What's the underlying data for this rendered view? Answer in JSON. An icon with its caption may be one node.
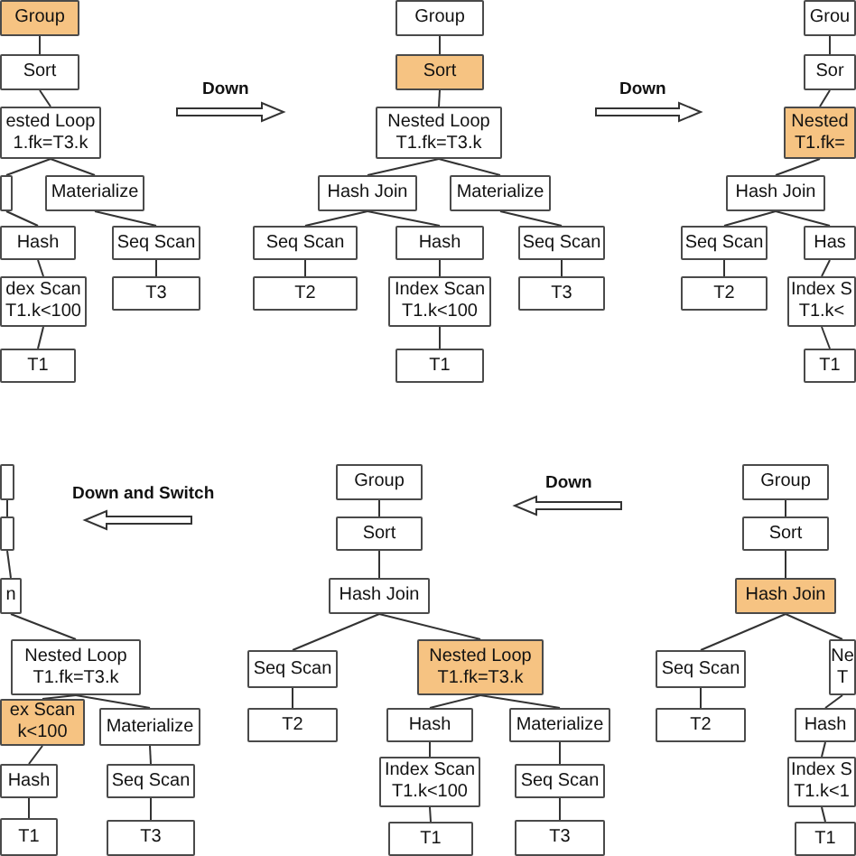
{
  "diagram": {
    "nodes": [
      {
        "text": [
          "Group"
        ]
      },
      {
        "text": [
          "Sort"
        ]
      },
      {
        "text": [
          "ested Loop 1.fk=T3.k"
        ]
      },
      {
        "text": [],
        "shape": "box"
      },
      {
        "text": [
          "Materialize"
        ]
      },
      {
        "text": [
          "Hash"
        ]
      },
      {
        "text": [
          "dex Scan T1.k<100"
        ]
      },
      {
        "text": [
          "T1"
        ]
      },
      {
        "text": [
          "Seq Scan"
        ]
      },
      {
        "text": [
          "T3"
        ]
      },
      {
        "text": [
          "Group"
        ]
      },
      {
        "text": [
          "Sort"
        ]
      },
      {
        "text": [
          "Nested Loop T1.fk=T3.k"
        ]
      },
      {
        "text": [
          "Hash Join"
        ]
      },
      {
        "text": [
          "Materialize"
        ]
      },
      {
        "text": [
          "Seq Scan"
        ]
      },
      {
        "text": [
          "T2"
        ]
      },
      {
        "text": [
          "Hash"
        ]
      },
      {
        "text": [
          "Index Scan T1.k<100"
        ]
      },
      {
        "text": [
          "T1"
        ]
      },
      {
        "text": [
          "Seq Scan"
        ]
      },
      {
        "text": [
          "T3"
        ]
      },
      {
        "text": [
          "Grou"
        ]
      },
      {
        "text": [
          "Sor"
        ]
      },
      {
        "text": [
          "Nested T1.fk="
        ]
      },
      {
        "text": [
          "Hash Join"
        ]
      },
      {
        "text": [
          "Seq Scan"
        ]
      },
      {
        "text": [
          "T2"
        ]
      },
      {
        "text": [
          "Has"
        ]
      },
      {
        "text": [
          "Index S T1.k<"
        ]
      },
      {
        "text": [
          "T1"
        ]
      },
      {
        "text": [],
        "shape": "box"
      },
      {
        "text": [],
        "shape": "box"
      },
      {
        "text": [
          "n"
        ]
      },
      {
        "text": [
          "Nested Loop T1.fk=T3.k"
        ]
      },
      {
        "text": [
          "ex Scan k<100"
        ]
      },
      {
        "text": [
          "Hash"
        ]
      },
      {
        "text": [
          "T1"
        ]
      },
      {
        "text": [
          "Materialize"
        ]
      },
      {
        "text": [
          "Seq Scan"
        ]
      },
      {
        "text": [
          "T3"
        ]
      },
      {
        "text": [
          "Group"
        ]
      },
      {
        "text": [
          "Sort"
        ]
      },
      {
        "text": [
          "Hash Join"
        ]
      },
      {
        "text": [
          "Seq Scan"
        ]
      },
      {
        "text": [
          "T2"
        ]
      },
      {
        "text": [
          "Nested Loop T1.fk=T3.k"
        ]
      },
      {
        "text": [
          "Hash"
        ]
      },
      {
        "text": [
          "Index Scan T1.k<100"
        ]
      },
      {
        "text": [
          "T1"
        ]
      },
      {
        "text": [
          "Materialize"
        ]
      },
      {
        "text": [
          "Seq Scan"
        ]
      },
      {
        "text": [
          "T3"
        ]
      },
      {
        "text": [
          "Group"
        ]
      },
      {
        "text": [
          "Sort"
        ]
      },
      {
        "text": [
          "Hash Join"
        ]
      },
      {
        "text": [
          "Seq Scan"
        ]
      },
      {
        "text": [
          "T2"
        ]
      },
      {
        "text": [
          "Ne T"
        ]
      },
      {
        "text": [
          "Hash"
        ]
      },
      {
        "text": [
          "Index S T1.k<1"
        ]
      },
      {
        "text": [
          "T1"
        ]
      }
    ],
    "edges": [
      {
        "from": 0,
        "to": 1,
        "arrow": "none"
      },
      {
        "from": 1,
        "to": 2,
        "arrow": "none"
      },
      {
        "from": 2,
        "to": 3,
        "arrow": "none"
      },
      {
        "from": 2,
        "to": 4,
        "arrow": "none"
      },
      {
        "from": 3,
        "to": 5,
        "arrow": "none"
      },
      {
        "from": 5,
        "to": 6,
        "arrow": "none"
      },
      {
        "from": 6,
        "to": 7,
        "arrow": "none"
      },
      {
        "from": 4,
        "to": 8,
        "arrow": "none"
      },
      {
        "from": 8,
        "to": 9,
        "arrow": "none"
      },
      {
        "from": 10,
        "to": 11,
        "arrow": "none"
      },
      {
        "from": 11,
        "to": 12,
        "arrow": "none"
      },
      {
        "from": 12,
        "to": 13,
        "arrow": "none"
      },
      {
        "from": 12,
        "to": 14,
        "arrow": "none"
      },
      {
        "from": 13,
        "to": 15,
        "arrow": "none"
      },
      {
        "from": 15,
        "to": 16,
        "arrow": "none"
      },
      {
        "from": 13,
        "to": 17,
        "arrow": "none"
      },
      {
        "from": 17,
        "to": 18,
        "arrow": "none"
      },
      {
        "from": 18,
        "to": 19,
        "arrow": "none"
      },
      {
        "from": 14,
        "to": 20,
        "arrow": "none"
      },
      {
        "from": 20,
        "to": 21,
        "arrow": "none"
      },
      {
        "from": 22,
        "to": 23,
        "arrow": "none"
      },
      {
        "from": 23,
        "to": 24,
        "arrow": "none"
      },
      {
        "from": 24,
        "to": 25,
        "arrow": "none"
      },
      {
        "from": 25,
        "to": 26,
        "arrow": "none"
      },
      {
        "from": 26,
        "to": 27,
        "arrow": "none"
      },
      {
        "from": 25,
        "to": 28,
        "arrow": "none"
      },
      {
        "from": 28,
        "to": 29,
        "arrow": "none"
      },
      {
        "from": 29,
        "to": 30,
        "arrow": "none"
      },
      {
        "from": 31,
        "to": 32,
        "arrow": "none"
      },
      {
        "from": 32,
        "to": 33,
        "arrow": "none"
      },
      {
        "from": 33,
        "to": 34,
        "arrow": "none"
      },
      {
        "from": 34,
        "to": 35,
        "arrow": "none"
      },
      {
        "from": 35,
        "to": 36,
        "arrow": "none"
      },
      {
        "from": 36,
        "to": 37,
        "arrow": "none"
      },
      {
        "from": 34,
        "to": 38,
        "arrow": "none"
      },
      {
        "from": 38,
        "to": 39,
        "arrow": "none"
      },
      {
        "from": 39,
        "to": 40,
        "arrow": "none"
      },
      {
        "from": 41,
        "to": 42,
        "arrow": "none"
      },
      {
        "from": 42,
        "to": 43,
        "arrow": "none"
      },
      {
        "from": 43,
        "to": 44,
        "arrow": "none"
      },
      {
        "from": 44,
        "to": 45,
        "arrow": "none"
      },
      {
        "from": 43,
        "to": 46,
        "arrow": "none"
      },
      {
        "from": 46,
        "to": 47,
        "arrow": "none"
      },
      {
        "from": 47,
        "to": 48,
        "arrow": "none"
      },
      {
        "from": 48,
        "to": 49,
        "arrow": "none"
      },
      {
        "from": 46,
        "to": 50,
        "arrow": "none"
      },
      {
        "from": 50,
        "to": 51,
        "arrow": "none"
      },
      {
        "from": 51,
        "to": 52,
        "arrow": "none"
      },
      {
        "from": 53,
        "to": 54,
        "arrow": "none"
      },
      {
        "from": 54,
        "to": 55,
        "arrow": "none"
      },
      {
        "from": 55,
        "to": 56,
        "arrow": "none"
      },
      {
        "from": 56,
        "to": 57,
        "arrow": "none"
      },
      {
        "from": 55,
        "to": 58,
        "arrow": "none"
      },
      {
        "from": 58,
        "to": 59,
        "arrow": "none"
      },
      {
        "from": 59,
        "to": 60,
        "arrow": "none"
      },
      {
        "from": 60,
        "to": 61,
        "arrow": "none"
      }
    ],
    "labels": [
      "Down",
      "Down",
      "Down and Switch",
      "Down"
    ]
  }
}
